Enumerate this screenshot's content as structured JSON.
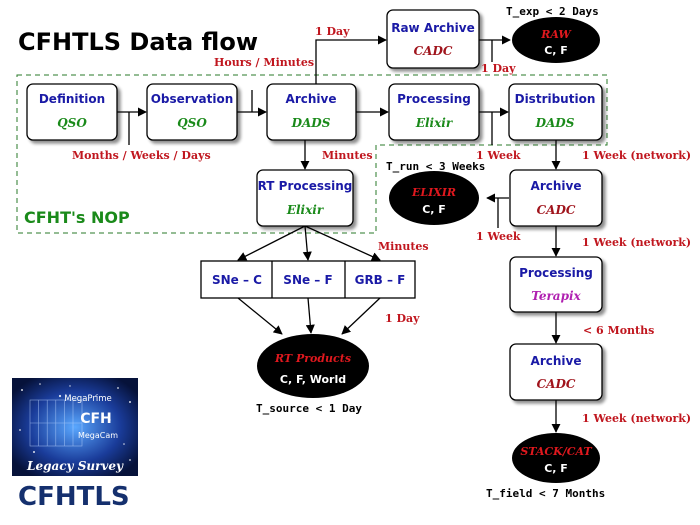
{
  "title": "CFHTLS Data flow",
  "nop_label": "CFHT's NOP",
  "boxes": {
    "definition": {
      "title": "Definition",
      "sub": "QSO",
      "sub_color": "#1a8a1a"
    },
    "observation": {
      "title": "Observation",
      "sub": "QSO",
      "sub_color": "#1a8a1a"
    },
    "archive_dads": {
      "title": "Archive",
      "sub": "DADS",
      "sub_color": "#1a8a1a"
    },
    "processing_elixir": {
      "title": "Processing",
      "sub": "Elixir",
      "sub_color": "#1a8a1a"
    },
    "distribution": {
      "title": "Distribution",
      "sub": "DADS",
      "sub_color": "#1a8a1a"
    },
    "raw_archive": {
      "title": "Raw Archive",
      "sub": "CADC",
      "sub_color": "#a0141c"
    },
    "rt_processing": {
      "title": "RT Processing",
      "sub": "Elixir",
      "sub_color": "#1a8a1a"
    },
    "archive_cadc_1": {
      "title": "Archive",
      "sub": "CADC",
      "sub_color": "#a0141c"
    },
    "processing_terapix": {
      "title": "Processing",
      "sub": "Terapix",
      "sub_color": "#b020b0"
    },
    "archive_cadc_2": {
      "title": "Archive",
      "sub": "CADC",
      "sub_color": "#a0141c"
    }
  },
  "sn_boxes": [
    "SNe – C",
    "SNe – F",
    "GRB – F"
  ],
  "ovals": {
    "raw": {
      "title": "RAW",
      "sub": "C, F"
    },
    "elixir": {
      "title": "ELIXIR",
      "sub": "C, F"
    },
    "rt_products": {
      "title": "RT Products",
      "sub": "C, F, World"
    },
    "stack_cat": {
      "title": "STACK/CAT",
      "sub": "C, F"
    }
  },
  "labels": {
    "one_day_top": "1 Day",
    "hours_minutes": "Hours / Minutes",
    "one_day_raw": "1 Day",
    "months_weeks_days": "Months / Weeks / Days",
    "minutes_rt": "Minutes",
    "one_week_elixir": "1 Week",
    "one_week_network_1": "1 Week (network)",
    "one_week_left": "1 Week",
    "one_week_network_2": "1 Week (network)",
    "minutes_sn": "Minutes",
    "one_day_sn": "1 Day",
    "six_months": "< 6 Months",
    "one_week_network_3": "1 Week (network)"
  },
  "timings": {
    "t_exp": "T_exp < 2 Days",
    "t_run": "T_run < 3 Weeks",
    "t_source": "T_source < 1 Day",
    "t_field": "T_field < 7 Months"
  },
  "logo": {
    "megaprime": "MegaPrime",
    "cfh": "CFH",
    "megacam": "MegaCam",
    "legacy": "Legacy Survey",
    "cfhtls": "CFHTLS"
  }
}
